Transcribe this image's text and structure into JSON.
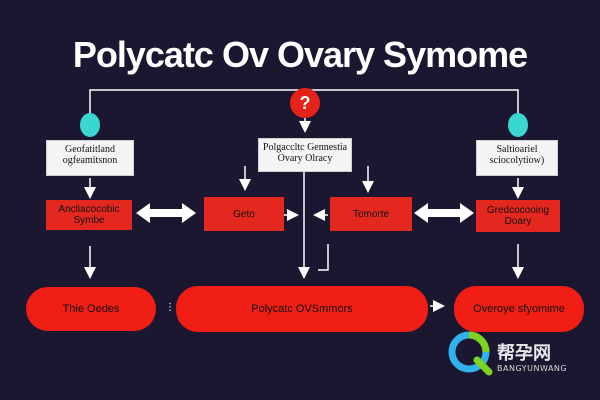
{
  "title": "Polycatc Ov Ovary Symome",
  "top_circle": {
    "icon": "question-mark-icon",
    "text": "?"
  },
  "boxes": {
    "left_top": "Geofatitland\nogfeamitsnon",
    "center_top": "Polgaccltc Gennestia\nOvary Olracy",
    "right_top": "Saltioariel\nsciocolytiow)",
    "left_mid": "Ancliacocobic\nSymbe",
    "center_left_mid": "Geto",
    "center_right_mid": "Tomorte",
    "right_mid": "Gredcocooing\nDoary",
    "pill_left": "Thie Oedes",
    "pill_center": "Polycatc OVSmmors",
    "pill_right": "Overoye sfyomime"
  },
  "watermark": {
    "logo_icon": "q-logo-icon",
    "text": "帮孕网",
    "subtext": "BANGYUNWANG"
  },
  "colors": {
    "background": "#1b1731",
    "red": "#e42820",
    "cyan": "#3ad6d0",
    "white": "#f4f4f4"
  }
}
